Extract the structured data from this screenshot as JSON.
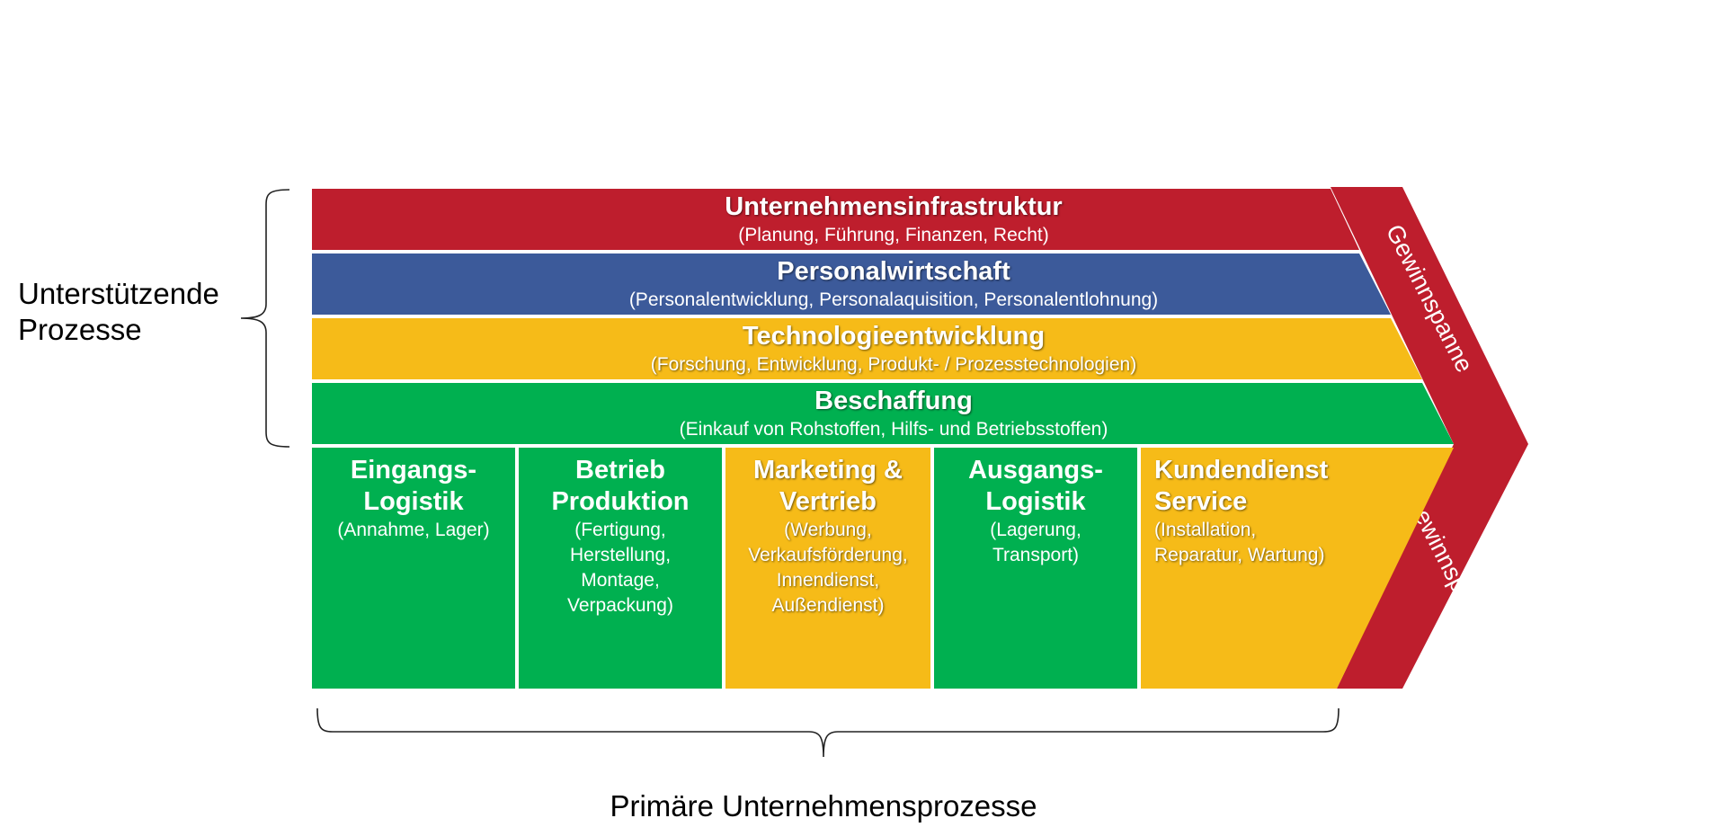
{
  "colors": {
    "red": "#be1e2d",
    "blue": "#3c5a9a",
    "yellow": "#f6bb18",
    "green": "#00b050",
    "bracket": "#222222"
  },
  "support": [
    {
      "title": "Unternehmensinfrastruktur",
      "subtitle": "(Planung, Führung, Finanzen, Recht)",
      "color": "red"
    },
    {
      "title": "Personalwirtschaft",
      "subtitle": "(Personalentwicklung, Personalaquisition, Personalentlohnung)",
      "color": "blue"
    },
    {
      "title": "Technologieentwicklung",
      "subtitle": "(Forschung, Entwicklung, Produkt- / Prozesstechnologien)",
      "color": "yellow"
    },
    {
      "title": "Beschaffung",
      "subtitle": "(Einkauf von Rohstoffen, Hilfs- und Betriebsstoffen)",
      "color": "green"
    }
  ],
  "primary": [
    {
      "title": [
        "Eingangs-",
        "Logistik"
      ],
      "details": [
        "(Annahme, Lager)"
      ],
      "color": "green"
    },
    {
      "title": [
        "Betrieb",
        "Produktion"
      ],
      "details": [
        "(Fertigung,",
        "Herstellung,",
        "Montage,",
        "Verpackung)"
      ],
      "color": "green"
    },
    {
      "title": [
        "Marketing &",
        "Vertrieb"
      ],
      "details": [
        "(Werbung,",
        "Verkaufsförderung,",
        "Innendienst,",
        "Außendienst)"
      ],
      "color": "yellow"
    },
    {
      "title": [
        "Ausgangs-",
        "Logistik"
      ],
      "details": [
        "(Lagerung,",
        "Transport)"
      ],
      "color": "green"
    },
    {
      "title": [
        "Kundendienst",
        "Service"
      ],
      "details": [
        "(Installation,",
        "Reparatur, Wartung)"
      ],
      "color": "yellow"
    }
  ],
  "margin": {
    "upper": "Gewinnspanne",
    "lower": "Gewinnspanne",
    "color": "red"
  },
  "labels": {
    "support_line1": "Unterstützende",
    "support_line2": "Prozesse",
    "primary": "Primäre Unternehmensprozesse"
  }
}
